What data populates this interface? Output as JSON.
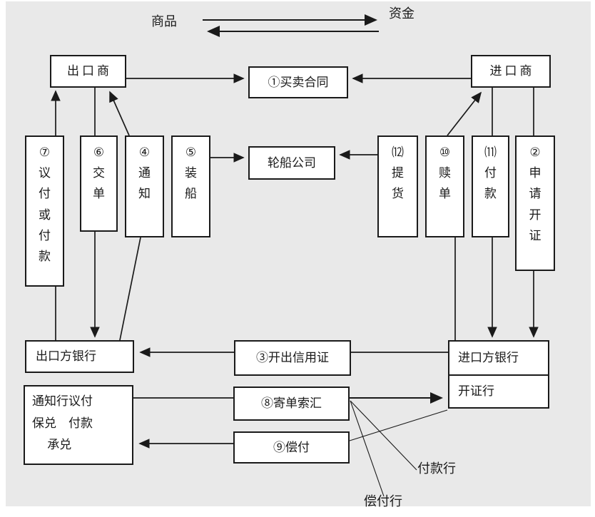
{
  "diagram": {
    "banner": {
      "goods": "商品",
      "funds": "资金"
    },
    "nodes": {
      "exporter": "出口商",
      "importer": "进口商",
      "contract": "①买卖合同",
      "shipping_company": "轮船公司",
      "exporter_bank": "出口方银行",
      "advising_bank_roles": "通知行议付\n保兑　付款\n　 承兑",
      "importer_bank": "进口方银行",
      "issuing_bank": "开证行",
      "issue_lc": "③开出信用证",
      "send_docs_claim": "⑧寄单索汇",
      "reimburse": "⑨偿付"
    },
    "steps": {
      "negotiate_or_pay": "⑦\n议\n付\n或\n付\n款",
      "present_docs": "⑥\n交\n单",
      "advise": "④\n通\n知",
      "ship": "⑤\n装\n船",
      "take_delivery": "⑿\n提\n货",
      "redeem_docs": "⑩\n赎\n单",
      "pay": "⑾\n付\n款",
      "apply_lc": "②\n申\n请\n开\n证"
    },
    "annotations": {
      "paying_bank": "付款行",
      "reimbursing_bank": "偿付行"
    },
    "colors": {
      "canvas": "#e9e9e9",
      "line": "#1a1a1a",
      "box_fill": "#ffffff"
    }
  }
}
